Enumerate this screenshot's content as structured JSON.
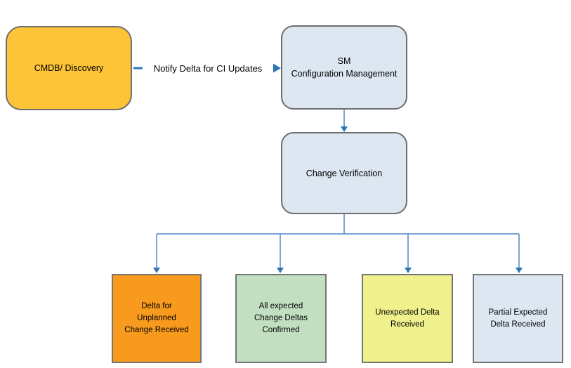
{
  "diagram": {
    "nodes": {
      "cmdb": {
        "label": "CMDB/ Discovery",
        "fill": "#FDC437"
      },
      "sm": {
        "label": "SM\nConfiguration Management",
        "fill": "#DCE7F2"
      },
      "change_verification": {
        "label": "Change Verification",
        "fill": "#DCE7F2"
      },
      "delta_unplanned": {
        "label": "Delta for\nUnplanned\nChange Received",
        "fill": "#F89A1E"
      },
      "all_expected": {
        "label": "All expected\nChange Deltas\nConfirmed",
        "fill": "#C3DFC1"
      },
      "unexpected": {
        "label": "Unexpected Delta\nReceived",
        "fill": "#F0F18D"
      },
      "partial_expected": {
        "label": "Partial Expected\nDelta Received",
        "fill": "#DCE7F2"
      }
    },
    "edge_label": "Notify Delta for CI Updates",
    "colors": {
      "arrow_primary": "#2E75B6",
      "connector": "#4E87C7",
      "arrow_head": "#2E75B6",
      "border_gray": "#6E6E6E"
    }
  }
}
